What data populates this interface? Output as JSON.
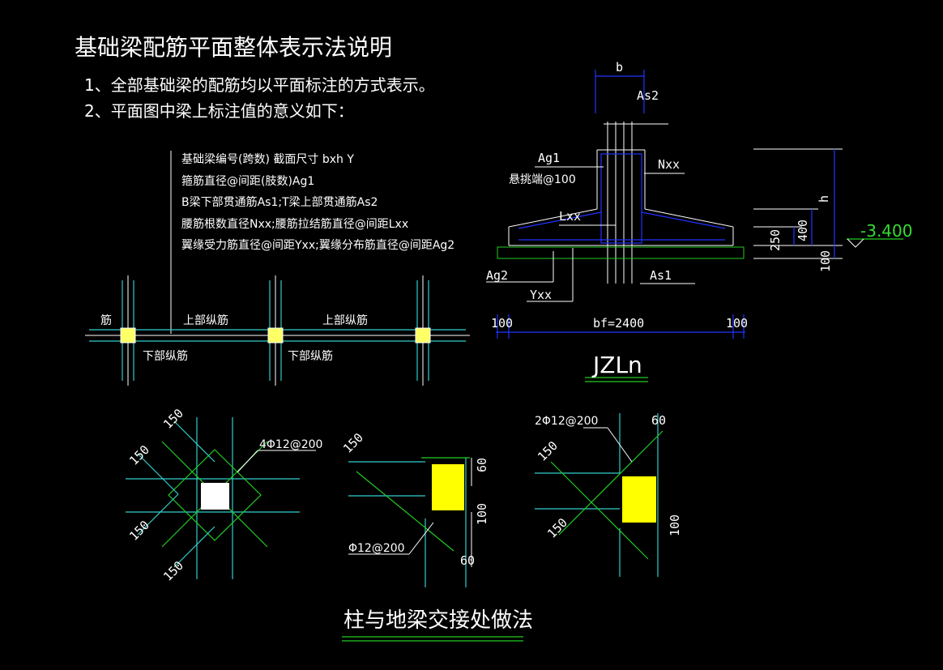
{
  "title": "基础梁配筋平面整体表示法说明",
  "notes": [
    "1、全部基础梁的配筋均以平面标注的方式表示。",
    "2、平面图中梁上标注值的意义如下："
  ],
  "legend_lines": [
    "基础梁编号(跨数) 截面尺寸 bxh Y",
    "箍筋直径@间距(肢数)Ag1",
    "B梁下部贯通筋As1;T梁上部贯通筋As2",
    "腰筋根数直径Nxx;腰筋拉结筋直径@间距Lxx",
    "翼缘受力筋直径@间距Yxx;翼缘分布筋直径@间距Ag2"
  ],
  "plan": {
    "left_label": "筋",
    "top_label_1": "上部纵筋",
    "top_label_2": "上部纵筋",
    "bottom_label_1": "下部纵筋",
    "bottom_label_2": "下部纵筋"
  },
  "section": {
    "b": "b",
    "As2": "As2",
    "Ag1": "Ag1",
    "stirrup": "悬挑端@100",
    "Nxx": "Nxx",
    "Lxx": "Lxx",
    "Ag2": "Ag2",
    "Yxx": "Yxx",
    "As1": "As1",
    "h": "h",
    "d400": "400",
    "d250": "250",
    "d100v": "100",
    "elev": "-3.400",
    "d100_left": "100",
    "bf": "bf=2400",
    "d100_right": "100",
    "name": "JZLn"
  },
  "joints": {
    "j1_dim_a": "150",
    "j1_dim_b": "150",
    "j1_dim_c": "150",
    "j1_dim_d": "150",
    "j1_rebar": "4Φ12@200",
    "j2_dim_a": "150",
    "j2_rebar": "Φ12@200",
    "j2_d60_top": "60",
    "j2_d100": "100",
    "j2_d60_bot": "60",
    "j3_rebar": "2Φ12@200",
    "j3_dim_a": "150",
    "j3_dim_b": "150",
    "j3_d60": "60",
    "j3_d100": "100",
    "caption": "柱与地梁交接处做法"
  },
  "colors": {
    "background": "#000000",
    "text": "#ffffff",
    "cyan": "#33cccc",
    "green": "#22cc22",
    "blue": "#2233ff",
    "column_yellow": "#ffff00",
    "column_white": "#ffffff"
  }
}
